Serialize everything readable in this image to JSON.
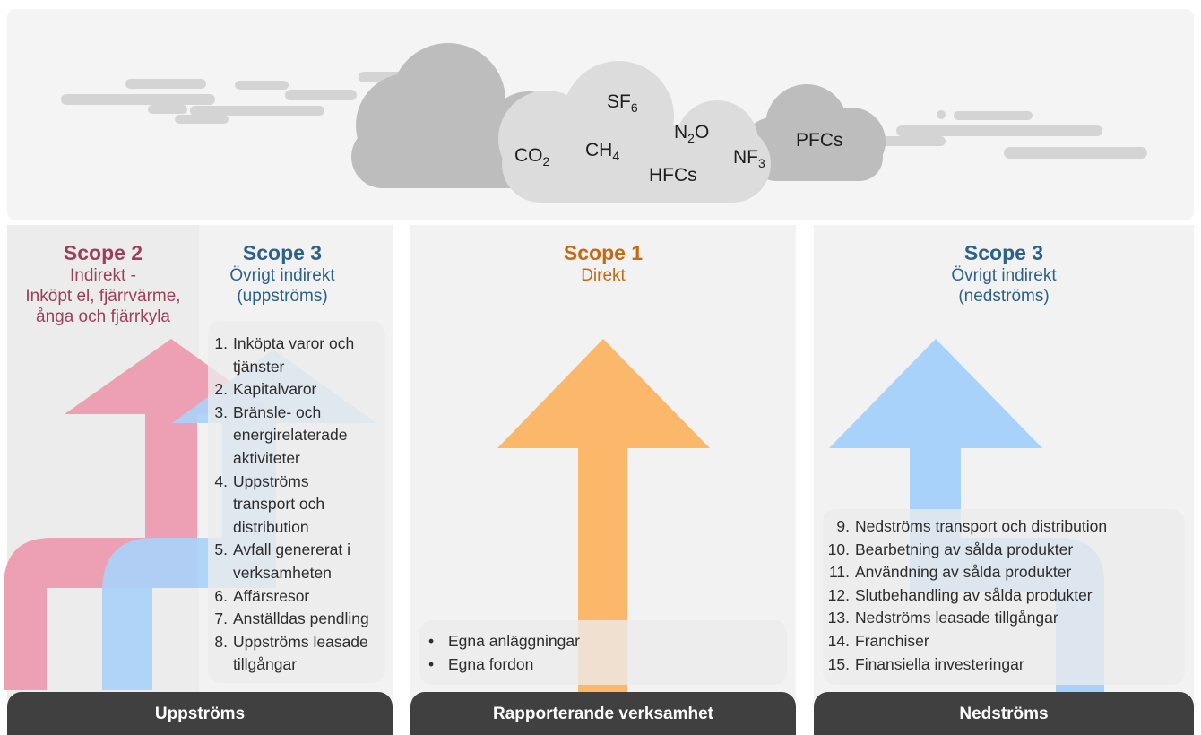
{
  "gases": {
    "co2": {
      "base": "CO",
      "sub": "2"
    },
    "ch4": {
      "base": "CH",
      "sub": "4"
    },
    "sf6": {
      "base": "SF",
      "sub": "6"
    },
    "n2o": {
      "base": "N",
      "sub": "2",
      "tail": "O"
    },
    "hfcs": {
      "base": "HFCs"
    },
    "nf3": {
      "base": "NF",
      "sub": "3"
    },
    "pfcs": {
      "base": "PFCs"
    }
  },
  "scope2": {
    "title": "Scope 2",
    "subtitle_lines": [
      "Indirekt -",
      "Inköpt el, fjärrvärme,",
      "ånga och fjärrkyla"
    ]
  },
  "scope3_up": {
    "title": "Scope 3",
    "subtitle_lines": [
      "Övrigt indirekt",
      "(uppströms)"
    ]
  },
  "scope1": {
    "title": "Scope 1",
    "subtitle_lines": [
      "Direkt"
    ]
  },
  "scope3_down": {
    "title": "Scope 3",
    "subtitle_lines": [
      "Övrigt indirekt",
      "(nedströms)"
    ]
  },
  "upstream_items": [
    {
      "num": "1.",
      "lines": [
        "Inköpta varor och",
        "tjänster"
      ]
    },
    {
      "num": "2.",
      "lines": [
        "Kapitalvaror"
      ]
    },
    {
      "num": "3.",
      "lines": [
        "Bränsle- och",
        "energirelaterade",
        "aktiviteter"
      ]
    },
    {
      "num": "4.",
      "lines": [
        "Uppströms",
        "transport och",
        "distribution"
      ]
    },
    {
      "num": "5.",
      "lines": [
        "Avfall genererat i",
        "verksamheten"
      ]
    },
    {
      "num": "6.",
      "lines": [
        "Affärsresor"
      ]
    },
    {
      "num": "7.",
      "lines": [
        "Anställdas pendling"
      ]
    },
    {
      "num": "8.",
      "lines": [
        "Uppströms leasade",
        "tillgångar"
      ]
    }
  ],
  "direct_items": [
    "Egna anläggningar",
    "Egna fordon"
  ],
  "downstream_items": [
    {
      "num": "9.",
      "lines": [
        "Nedströms transport och distribution"
      ]
    },
    {
      "num": "10.",
      "lines": [
        "Bearbetning av sålda produkter"
      ]
    },
    {
      "num": "11.",
      "lines": [
        "Användning av sålda produkter"
      ]
    },
    {
      "num": "12.",
      "lines": [
        "Slutbehandling av sålda produkter"
      ]
    },
    {
      "num": "13.",
      "lines": [
        "Nedströms leasade tillgångar"
      ]
    },
    {
      "num": "14.",
      "lines": [
        "Franchiser"
      ]
    },
    {
      "num": "15.",
      "lines": [
        "Finansiella investeringar"
      ]
    }
  ],
  "footers": {
    "upstream": "Uppströms",
    "reporting": "Rapporterande verksamhet",
    "downstream": "Nedströms"
  },
  "colors": {
    "scope2": "#9c3f5a",
    "scope3": "#2d6189",
    "scope1": "#c46a12",
    "arrow_pink": "#eda0b4",
    "arrow_blue": "#a8d2fa",
    "arrow_orange": "#fbb86b",
    "footer": "#404040"
  }
}
